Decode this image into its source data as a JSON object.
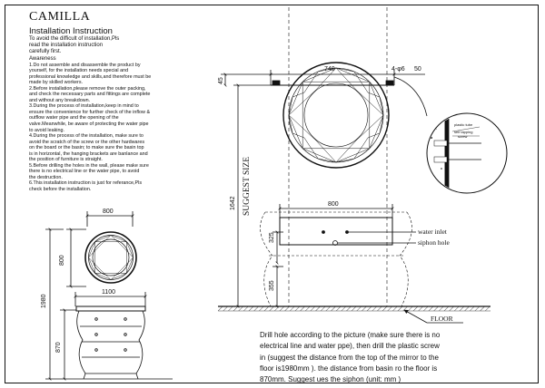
{
  "header": {
    "brand": "CAMILLA",
    "subtitle": "Installation Instruction"
  },
  "intro_lines": [
    "To avoid the difficult of installation,Pls",
    "read the installation instruction",
    "carefully first."
  ],
  "warnings_title": "Awareness",
  "warnings": [
    "1.Do not assemble and disassemble the product by",
    "yourself, for the installation needs special and",
    "professional knowledge and skills,and therefore must be",
    "made by skilled workers.",
    "2.Before installation,please remove the outer packing,",
    "and check the necessary parts and fittings are complete",
    "and without any breakdown.",
    "3.During the process of installation,keep in mind to",
    "ensure the convenience for further check of the inflow &",
    "outflow water pipe and the opening of the",
    "valve.Meanwhile, be aware of protecting the water pipe",
    "to avoid leaking.",
    "4.During the process of the installation, make sure to",
    "avoid the scratch of the screw or the other hardwares",
    "on the board or the basin; to make sure the basin top",
    "is in horizontal, the hanging brackets are banlance and",
    "the position of furniture is straight.",
    "5.Before drilling the holes in the wall, please make sure",
    "there is no electrical line or the water pipe, to avoid",
    "the destruction.",
    "6.This installation instruction is just for referance,Pls",
    "check before the installation."
  ],
  "left_drawing": {
    "mirror_width": "800",
    "mirror_height": "800",
    "cabinet_width": "1100",
    "total_height": "1980",
    "cabinet_height": "870"
  },
  "right_drawing": {
    "mirror_width": "740",
    "top_offset": "45",
    "screw_spec": "4-φ6",
    "screw_length": "50",
    "suggest_size_label": "SUGGEST SIZE",
    "overall_height": "1642",
    "basin_width": "800",
    "inlet_height": "325",
    "siphon_height": "355",
    "water_inlet_label": "water inlet",
    "siphon_label": "siphon hole",
    "floor_label": "FLOOR",
    "detail_labels": [
      "plastic tube",
      "self tapping",
      "screw"
    ]
  },
  "notes": [
    "Drill hole according to the picture (make sure there is no",
    "electrical line and water ppe), then drill the plastic screw",
    "in (suggest the distance from the top of the mirror to the",
    "floor is1980mm  ). the distance from basin ro the floor is",
    "870mm. Suggest ues the siphon (unit: mm )"
  ]
}
